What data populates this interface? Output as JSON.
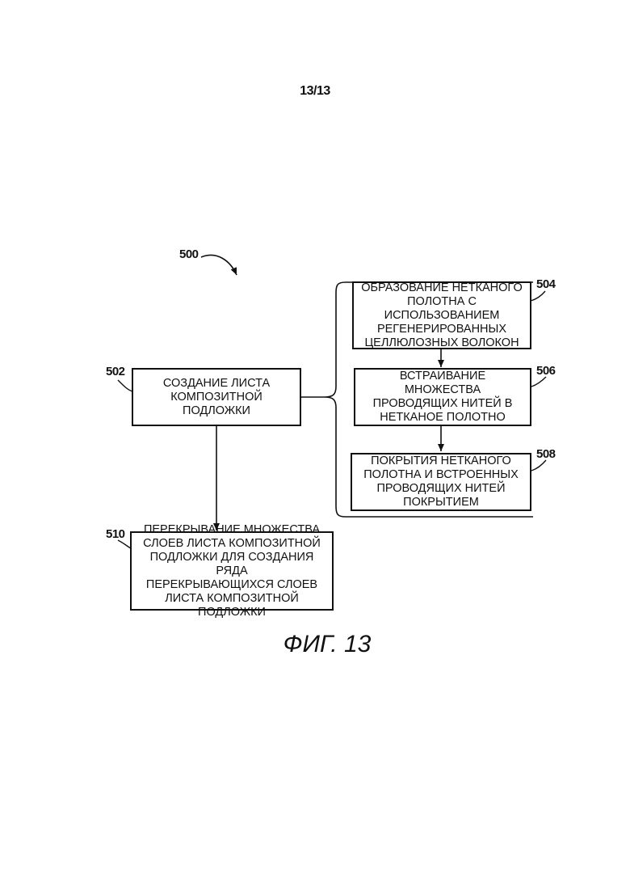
{
  "page_number": "13/13",
  "figure_label": "ФИГ. 13",
  "refs": {
    "main": "500",
    "b502": "502",
    "b504": "504",
    "b506": "506",
    "b508": "508",
    "b510": "510"
  },
  "boxes": {
    "b502": [
      "СОЗДАНИЕ ЛИСТА",
      "КОМПОЗИТНОЙ",
      "ПОДЛОЖКИ"
    ],
    "b504": [
      "ОБРАЗОВАНИЕ НЕТКАНОГО",
      "ПОЛОТНА С",
      "ИСПОЛЬЗОВАНИЕМ",
      "РЕГЕНЕРИРОВАННЫХ",
      "ЦЕЛЛЮЛОЗНЫХ ВОЛОКОН"
    ],
    "b506": [
      "ВСТРАИВАНИЕ",
      "МНОЖЕСТВА",
      "ПРОВОДЯЩИХ НИТЕЙ В",
      "НЕТКАНОЕ ПОЛОТНО"
    ],
    "b508": [
      "ПОКРЫТИЯ НЕТКАНОГО",
      "ПОЛОТНА И ВСТРОЕННЫХ",
      "ПРОВОДЯЩИХ НИТЕЙ",
      "ПОКРЫТИЕМ"
    ],
    "b510": [
      "ПЕРЕКРЫВАНИЕ МНОЖЕСТВА",
      "СЛОЕВ ЛИСТА КОМПОЗИТНОЙ",
      "ПОДЛОЖКИ ДЛЯ СОЗДАНИЯ РЯДА",
      "ПЕРЕКРЫВАЮЩИХСЯ СЛОЕВ",
      "ЛИСТА КОМПОЗИТНОЙ ПОДЛОЖКИ"
    ]
  }
}
